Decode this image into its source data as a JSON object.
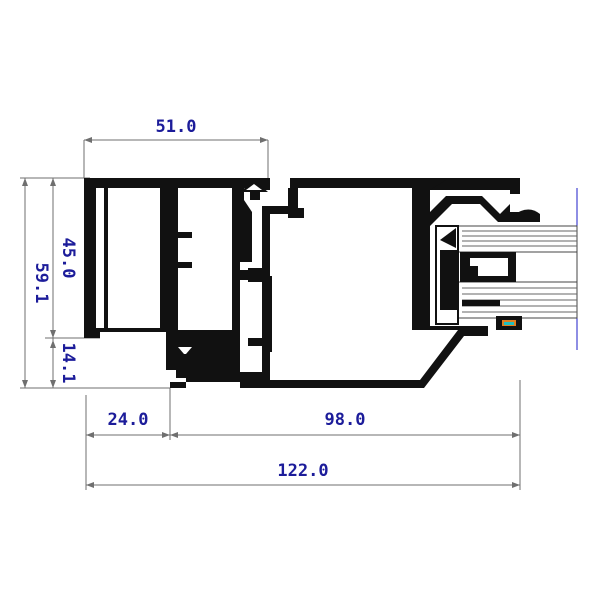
{
  "dimensions": {
    "top_width": "51.0",
    "left_height_outer": "59.1",
    "left_height_inner": "45.0",
    "left_height_small": "14.1",
    "bottom_left": "24.0",
    "bottom_right": "98.0",
    "bottom_total": "122.0"
  },
  "colors": {
    "dimension_text": "#1c1c9a",
    "profile": "#111111",
    "glass_edge": "#1c1cc8",
    "gasket_accent": "#20c0c0",
    "gasket_orange": "#e08020"
  }
}
